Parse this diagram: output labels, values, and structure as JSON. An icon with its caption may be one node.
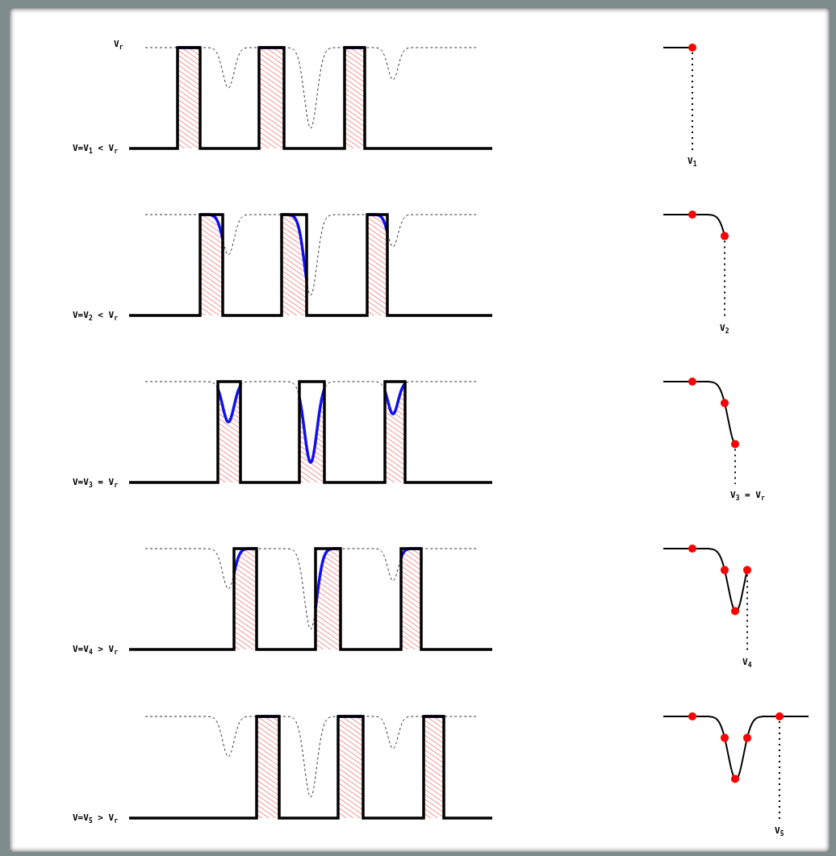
{
  "diagram": {
    "labels": [
      "V$_{r}$",
      "V=V$_{1}$ < V$_{r}$",
      "V$_{1}$",
      "V=V$_{2}$ < V$_{r}$",
      "V$_{2}$",
      "V=V$_{3}$ = V$_{r}$",
      "V$_{3}$ = V$_{r}$",
      "V=V$_{4}$ > V$_{r}$",
      "V$_{4}$",
      "V=V$_{5}$ > V$_{r}$",
      "V$_{5}$"
    ]
  }
}
